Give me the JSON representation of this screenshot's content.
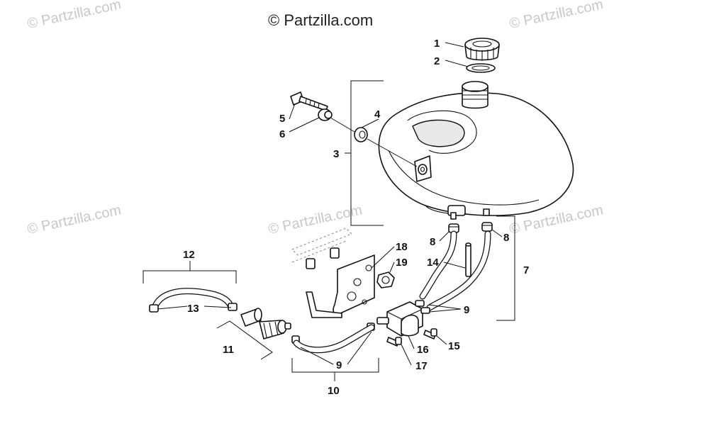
{
  "watermarks": {
    "top": "© Partzilla.com",
    "faded": "© Partzilla.com"
  },
  "callouts": {
    "c1": "1",
    "c2": "2",
    "c3": "3",
    "c4": "4",
    "c5": "5",
    "c6": "6",
    "c7": "7",
    "c8a": "8",
    "c8b": "8",
    "c9a": "9",
    "c9b": "9",
    "c10": "10",
    "c11": "11",
    "c12": "12",
    "c13": "13",
    "c14": "14",
    "c15": "15",
    "c16": "16",
    "c17": "17",
    "c18": "18",
    "c19": "19"
  },
  "colors": {
    "ink": "#111111",
    "watermark": "#c8c8c8",
    "background": "#ffffff"
  }
}
